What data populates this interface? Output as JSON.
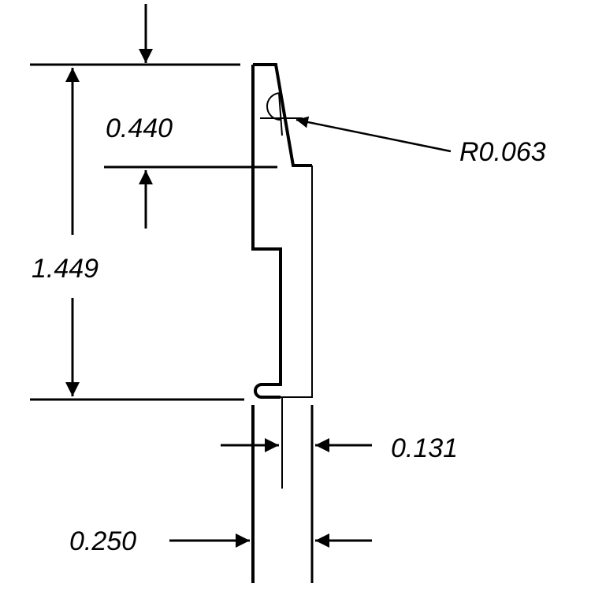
{
  "drawing": {
    "line_color": "#000000",
    "background": "#ffffff",
    "dimensions": {
      "overall_height": "1.449",
      "top_offset": "0.440",
      "radius": "R0.063",
      "lip_width": "0.131",
      "total_width": "0.250"
    }
  }
}
